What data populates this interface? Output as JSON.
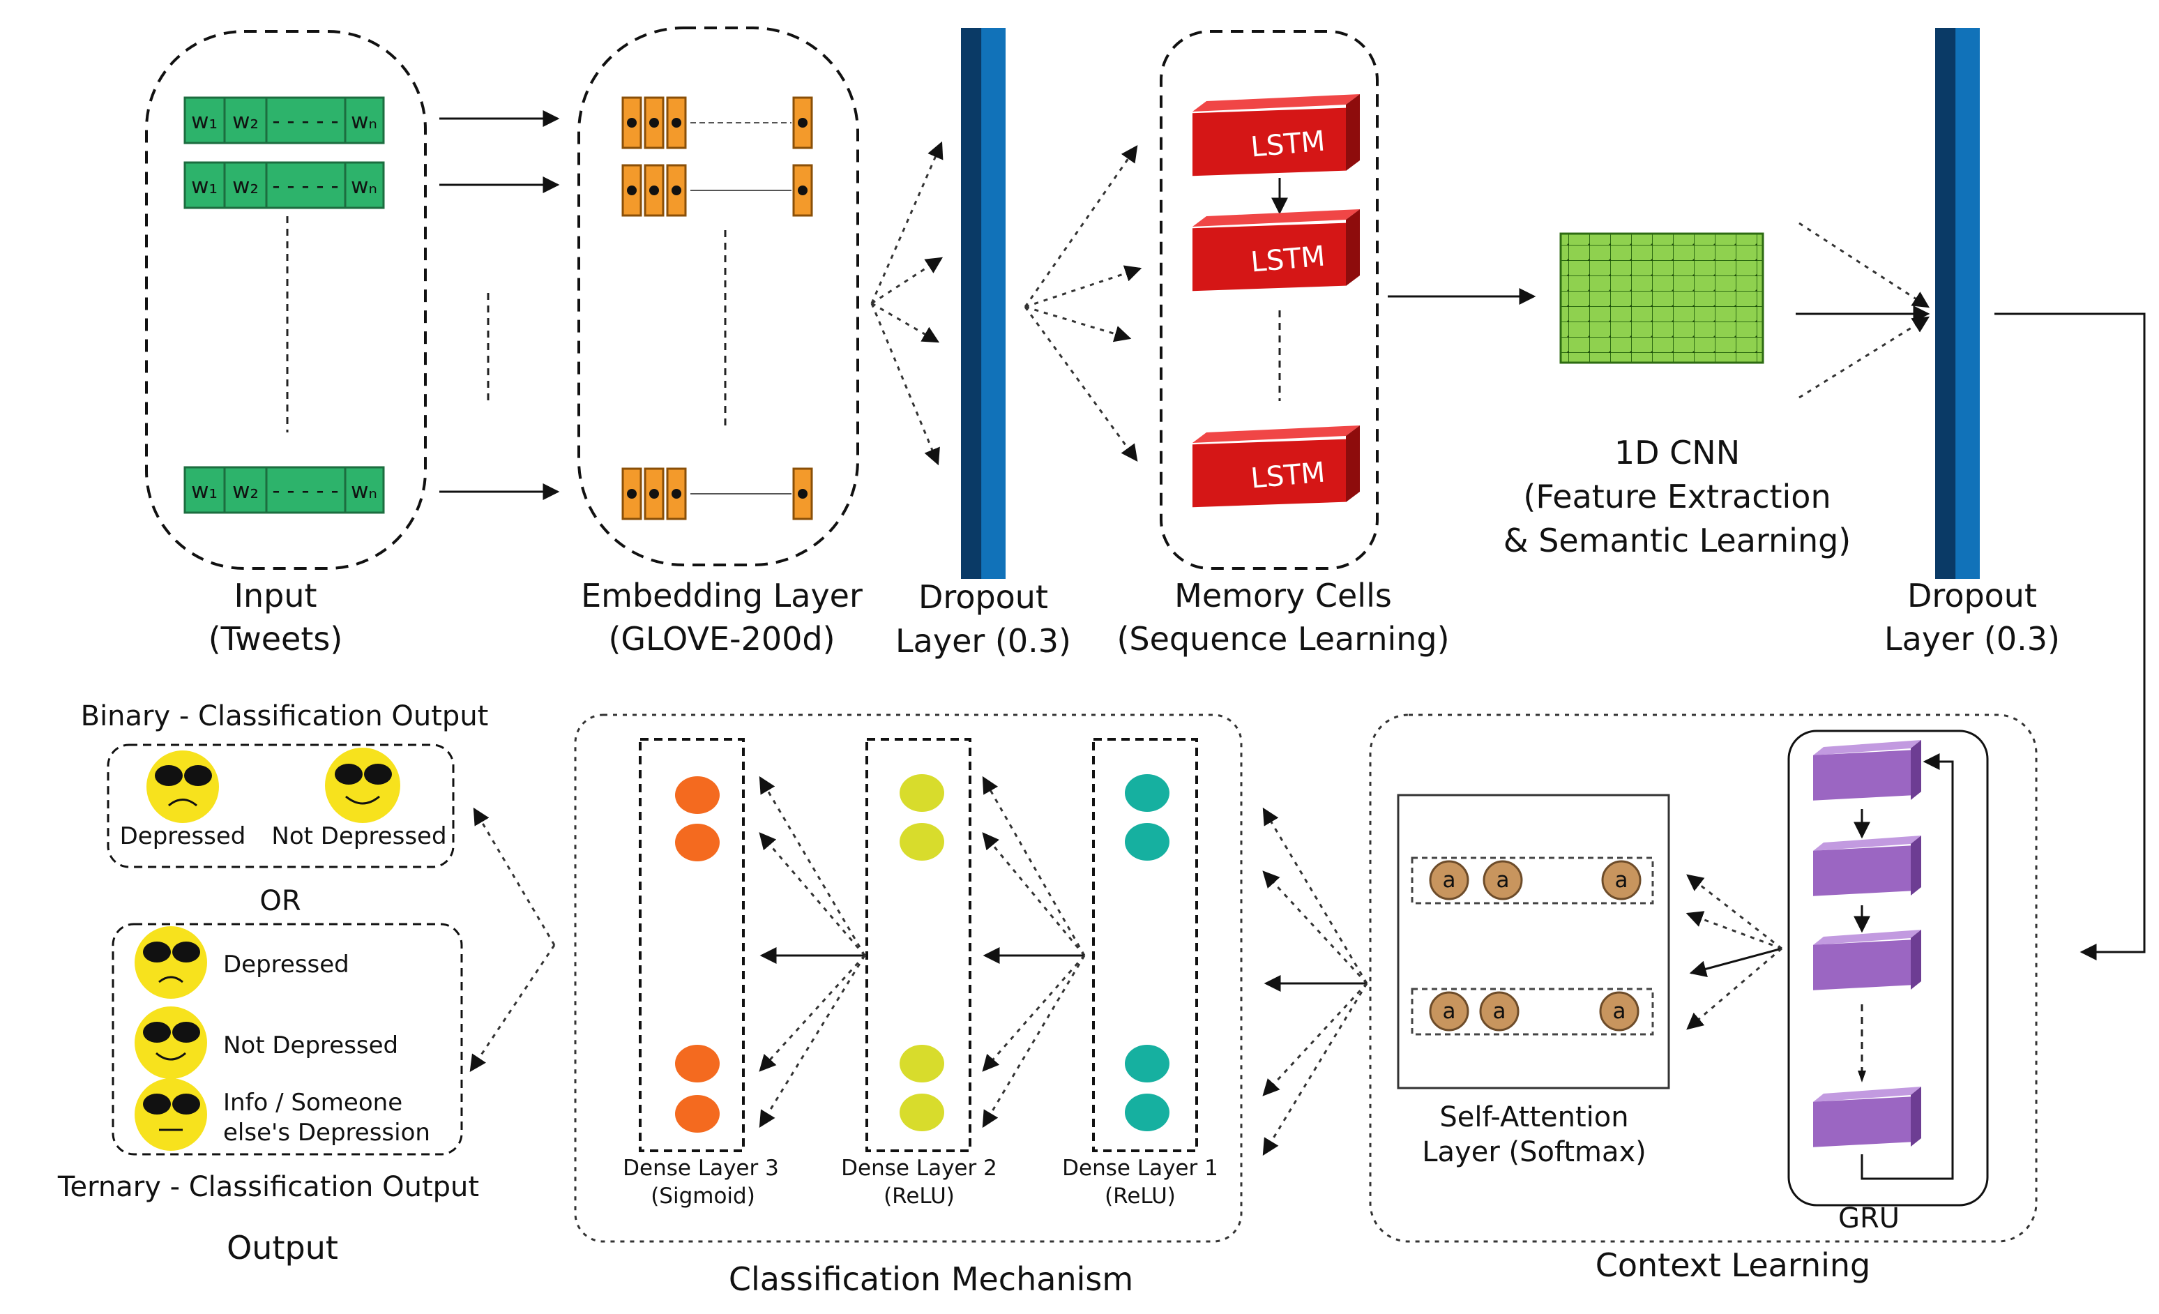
{
  "input": {
    "label_line1": "Input",
    "label_line2": "(Tweets)",
    "tokens": {
      "row1": [
        "w₁",
        "w₂",
        "- - - - -",
        "wₙ"
      ],
      "row2": [
        "w₁",
        "w₂",
        "- - - - -",
        "wₙ"
      ],
      "row3": [
        "w₁",
        "w₂",
        "- - - - -",
        "wₙ"
      ]
    }
  },
  "embedding": {
    "label_line1": "Embedding Layer",
    "label_line2": "(GLOVE-200d)"
  },
  "dropout1": {
    "label_line1": "Dropout",
    "label_line2": "Layer (0.3)"
  },
  "memory": {
    "label_line1": "Memory Cells",
    "label_line2": "(Sequence Learning)",
    "cells": [
      "LSTM",
      "LSTM",
      "LSTM"
    ]
  },
  "cnn": {
    "label_line1": "1D CNN",
    "label_line2": "(Feature Extraction",
    "label_line3": "& Semantic Learning)"
  },
  "dropout2": {
    "label_line1": "Dropout",
    "label_line2": "Layer (0.3)"
  },
  "output": {
    "binary_title": "Binary - Classification Output",
    "binary_options": [
      "Depressed",
      "Not Depressed"
    ],
    "or": "OR",
    "ternary_options": [
      "Depressed",
      "Not Depressed",
      "Info / Someone",
      "else's Depression"
    ],
    "ternary_title": "Ternary - Classification Output",
    "section_label": "Output"
  },
  "classification": {
    "dense3": {
      "line1": "Dense Layer 3",
      "line2": "(Sigmoid)"
    },
    "dense2": {
      "line1": "Dense Layer 2",
      "line2": "(ReLU)"
    },
    "dense1": {
      "line1": "Dense Layer 1",
      "line2": "(ReLU)"
    },
    "section_label": "Classification Mechanism"
  },
  "context": {
    "attention_line1": "Self-Attention",
    "attention_line2": "Layer (Softmax)",
    "attention_node": "a",
    "gru_label": "GRU",
    "section_label": "Context Learning"
  },
  "colors": {
    "token_green": "#2db36b",
    "embed_orange": "#f39a2b",
    "dropout_blue": "#0f5e9c",
    "dropout_dark": "#0a3a66",
    "lstm_red": "#d51616",
    "cnn_green": "#8fd14f",
    "dense3_orange": "#f46a1f",
    "dense2_yellow": "#d8dc2c",
    "dense1_teal": "#16b0a0",
    "attention_brown": "#c8955e",
    "gru_purple": "#9b66c2",
    "face_yellow": "#f7e21d"
  }
}
